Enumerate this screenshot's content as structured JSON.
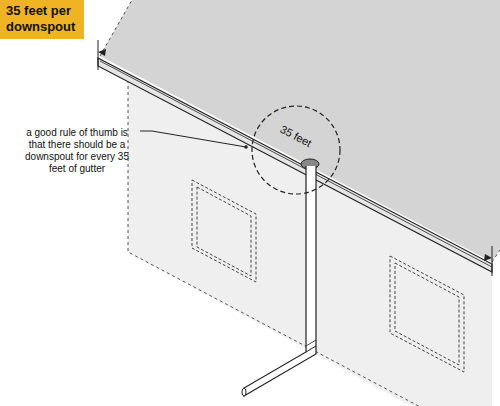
{
  "diagram": {
    "title": "35 feet per downspout",
    "labels": [
      "a good rule of thumb is that there should be a downspout for every 35 feet of gutter",
      "35 feet"
    ]
  }
}
